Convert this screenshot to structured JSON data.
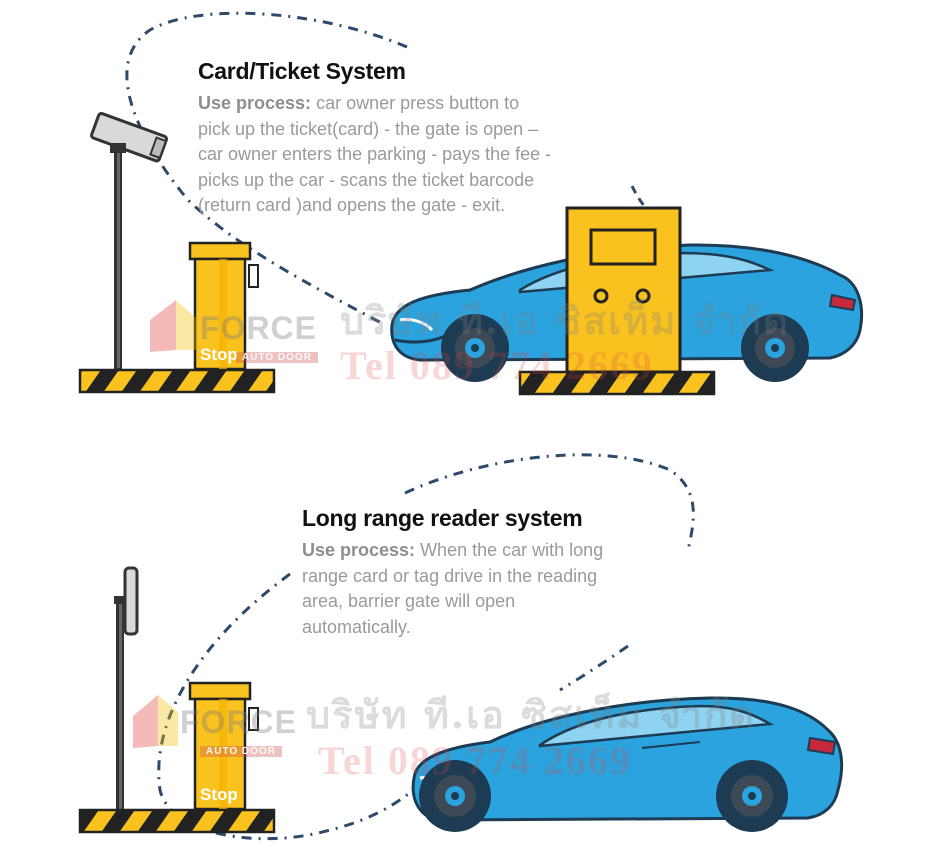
{
  "sections": [
    {
      "title": "Card/Ticket System",
      "lead": "Use process:",
      "lines": [
        " car owner press button to",
        "pick up the ticket(card) - the gate is open –",
        "car owner enters the parking - pays the fee -",
        "picks up the car - scans the ticket barcode",
        "(return card )and opens the gate - exit."
      ]
    },
    {
      "title": "Long range reader system",
      "lead": "Use process:",
      "lines": [
        " When the car with long",
        "range card or tag drive in the reading",
        "area, barrier gate will open",
        "automatically."
      ]
    }
  ],
  "stop_labels": [
    "Stop",
    "Stop"
  ],
  "watermark": {
    "company_thai": "บริษัท ที.เอ ซิสเท็ม จำกัด",
    "phone": "Tel 089 774 2669",
    "brand": "FORCE",
    "brand_sub": "AUTO DOOR"
  },
  "colors": {
    "gate_yellow": "#f9c21f",
    "outline": "#222222",
    "car_blue": "#2aa3de",
    "dash_line": "#2e4a6b",
    "text_gray": "#9a9a9a"
  },
  "icons": [
    "camera-icon",
    "card-reader-icon",
    "long-range-antenna-icon",
    "ticket-dispenser-icon",
    "barrier-gate-icon",
    "car-icon"
  ]
}
